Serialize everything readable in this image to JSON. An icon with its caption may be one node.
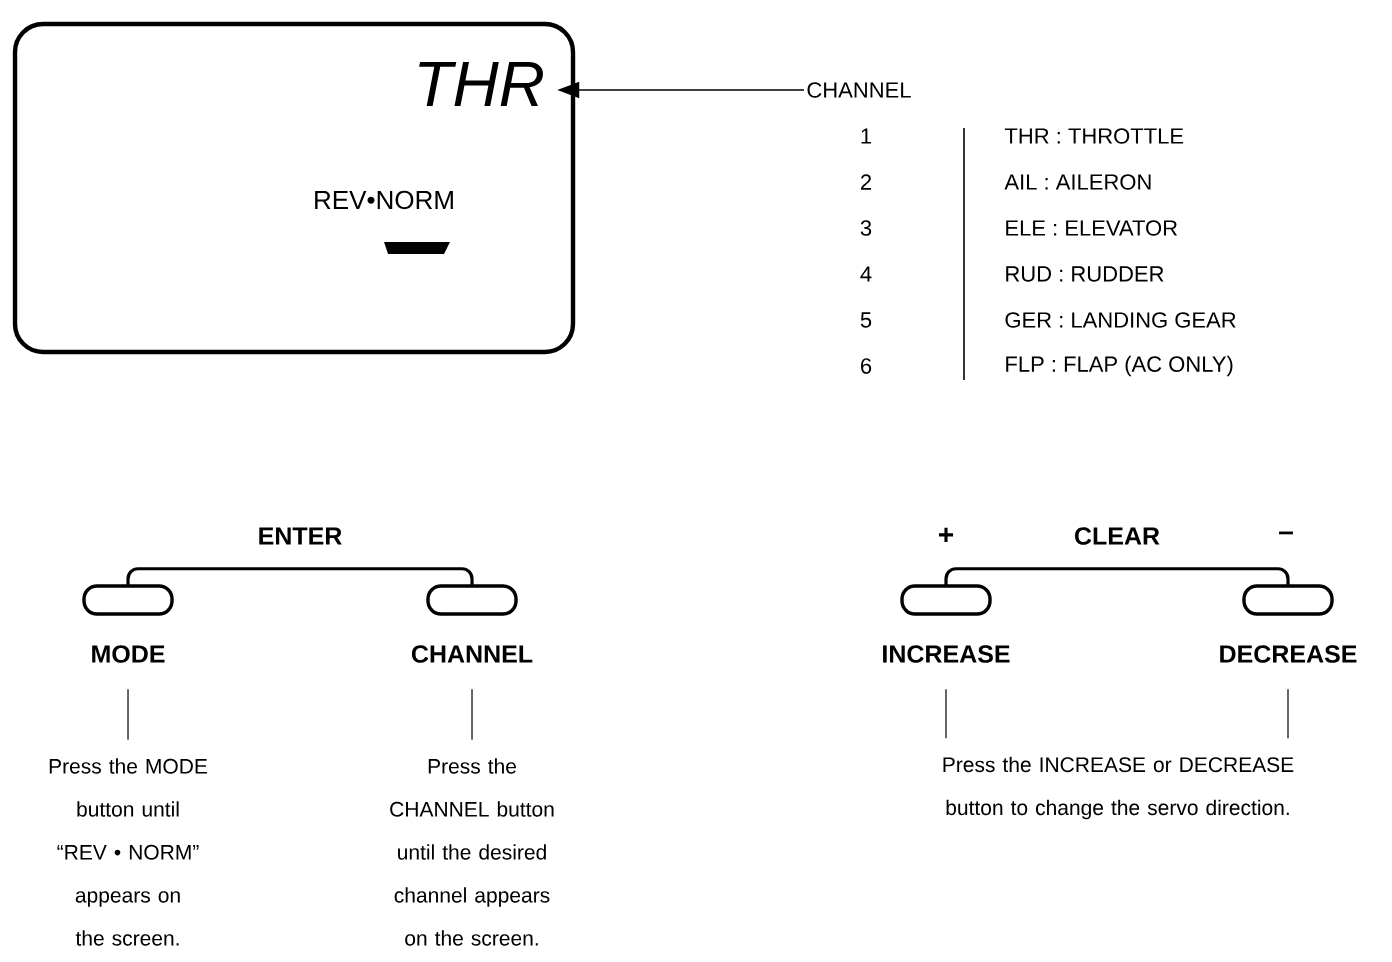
{
  "diagram": {
    "nodes": [
      {
        "text": [
          "THR",
          "REV•NORM"
        ]
      },
      {
        "text": [
          "CHANNEL"
        ]
      },
      {
        "text": [
          "MODE"
        ]
      },
      {
        "text": [
          "CHANNEL"
        ]
      },
      {
        "text": [
          "INCREASE"
        ]
      },
      {
        "text": [
          "DECREASE"
        ]
      },
      {
        "text": [
          "Press the MODE button until “REV • NORM” appears on the screen."
        ]
      },
      {
        "text": [
          "Press the CHANNEL button until the desired channel appears on the screen."
        ]
      },
      {
        "text": [
          "Press the INCREASE or DECREASE button to change the servo direction."
        ]
      }
    ],
    "edges": [
      {
        "from": 1,
        "to": 0,
        "arrow": "to"
      },
      {
        "from": 2,
        "to": 3,
        "arrow": "none",
        "label": "ENTER"
      },
      {
        "from": 4,
        "to": 5,
        "arrow": "none",
        "label": "CLEAR"
      },
      {
        "from": 2,
        "to": 6,
        "arrow": "none"
      },
      {
        "from": 3,
        "to": 7,
        "arrow": "none"
      },
      {
        "from": 4,
        "to": 8,
        "arrow": "none"
      },
      {
        "from": 5,
        "to": 8,
        "arrow": "none"
      }
    ],
    "labels": [
      "1",
      "THR : THROTTLE",
      "2",
      "AIL : AILERON",
      "3",
      "ELE : ELEVATOR",
      "4",
      "RUD : RUDDER",
      "5",
      "GER : LANDING GEAR",
      "6",
      "FLP : FLAP (AC ONLY)",
      "+",
      "–"
    ]
  }
}
